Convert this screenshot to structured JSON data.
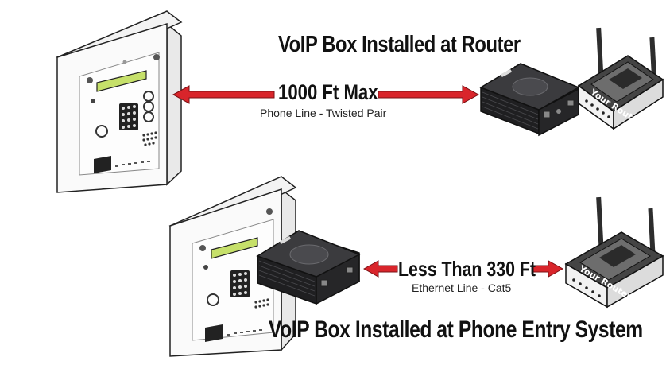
{
  "top": {
    "title": "VoIP Box Installed at Router",
    "distance": "1000 Ft Max",
    "line_type": "Phone Line - Twisted Pair",
    "router_label": "Your Router"
  },
  "bottom": {
    "title": "VoIP Box Installed at Phone Entry System",
    "distance": "Less Than 330 Ft",
    "line_type": "Ethernet Line - Cat5",
    "router_label": "Your Router"
  },
  "colors": {
    "arrow": "#d9252b",
    "display": "#c6e06a",
    "voip_box": "#2b2b2d"
  }
}
